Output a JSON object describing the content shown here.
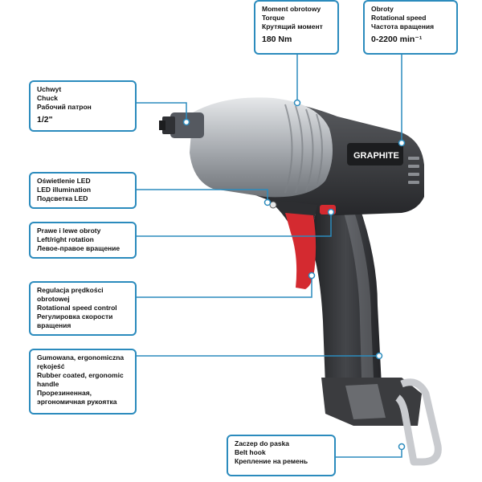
{
  "brand": {
    "logo_text": "GRAPHITE"
  },
  "callouts": {
    "torque": {
      "pl": "Moment obrotowy",
      "en": "Torque",
      "ru": "Крутящий момент",
      "value": "180 Nm"
    },
    "speed": {
      "pl": "Obroty",
      "en": "Rotational speed",
      "ru": "Частота вращения",
      "value": "0-2200 min⁻¹"
    },
    "chuck": {
      "pl": "Uchwyt",
      "en": "Chuck",
      "ru": "Рабочий патрон",
      "value": "1/2\""
    },
    "led": {
      "pl": "Oświetlenie LED",
      "en": "LED illumination",
      "ru": "Подсветка LED"
    },
    "rotation": {
      "pl": "Prawe i lewe obroty",
      "en": "Left/right rotation",
      "ru": "Левое-правое вращение"
    },
    "speed_control": {
      "pl": "Regulacja prędkości obrotowej",
      "en": "Rotational speed control",
      "ru": "Регулировка скорости вращения"
    },
    "handle": {
      "pl": "Gumowana, ergonomiczna rękojeść",
      "en": "Rubber coated, ergonomic handle",
      "ru": "Прорезиненная, эргономичная рукоятка"
    },
    "belt_hook": {
      "pl": "Zaczep do paska",
      "en": "Belt hook",
      "ru": "Крепление на ремень"
    }
  },
  "colors": {
    "accent": "#2b8bbd",
    "body": "#3a3b3d",
    "metal": "#b8bcc0",
    "trigger": "#d42a30",
    "grip": "#2c2d2f"
  }
}
